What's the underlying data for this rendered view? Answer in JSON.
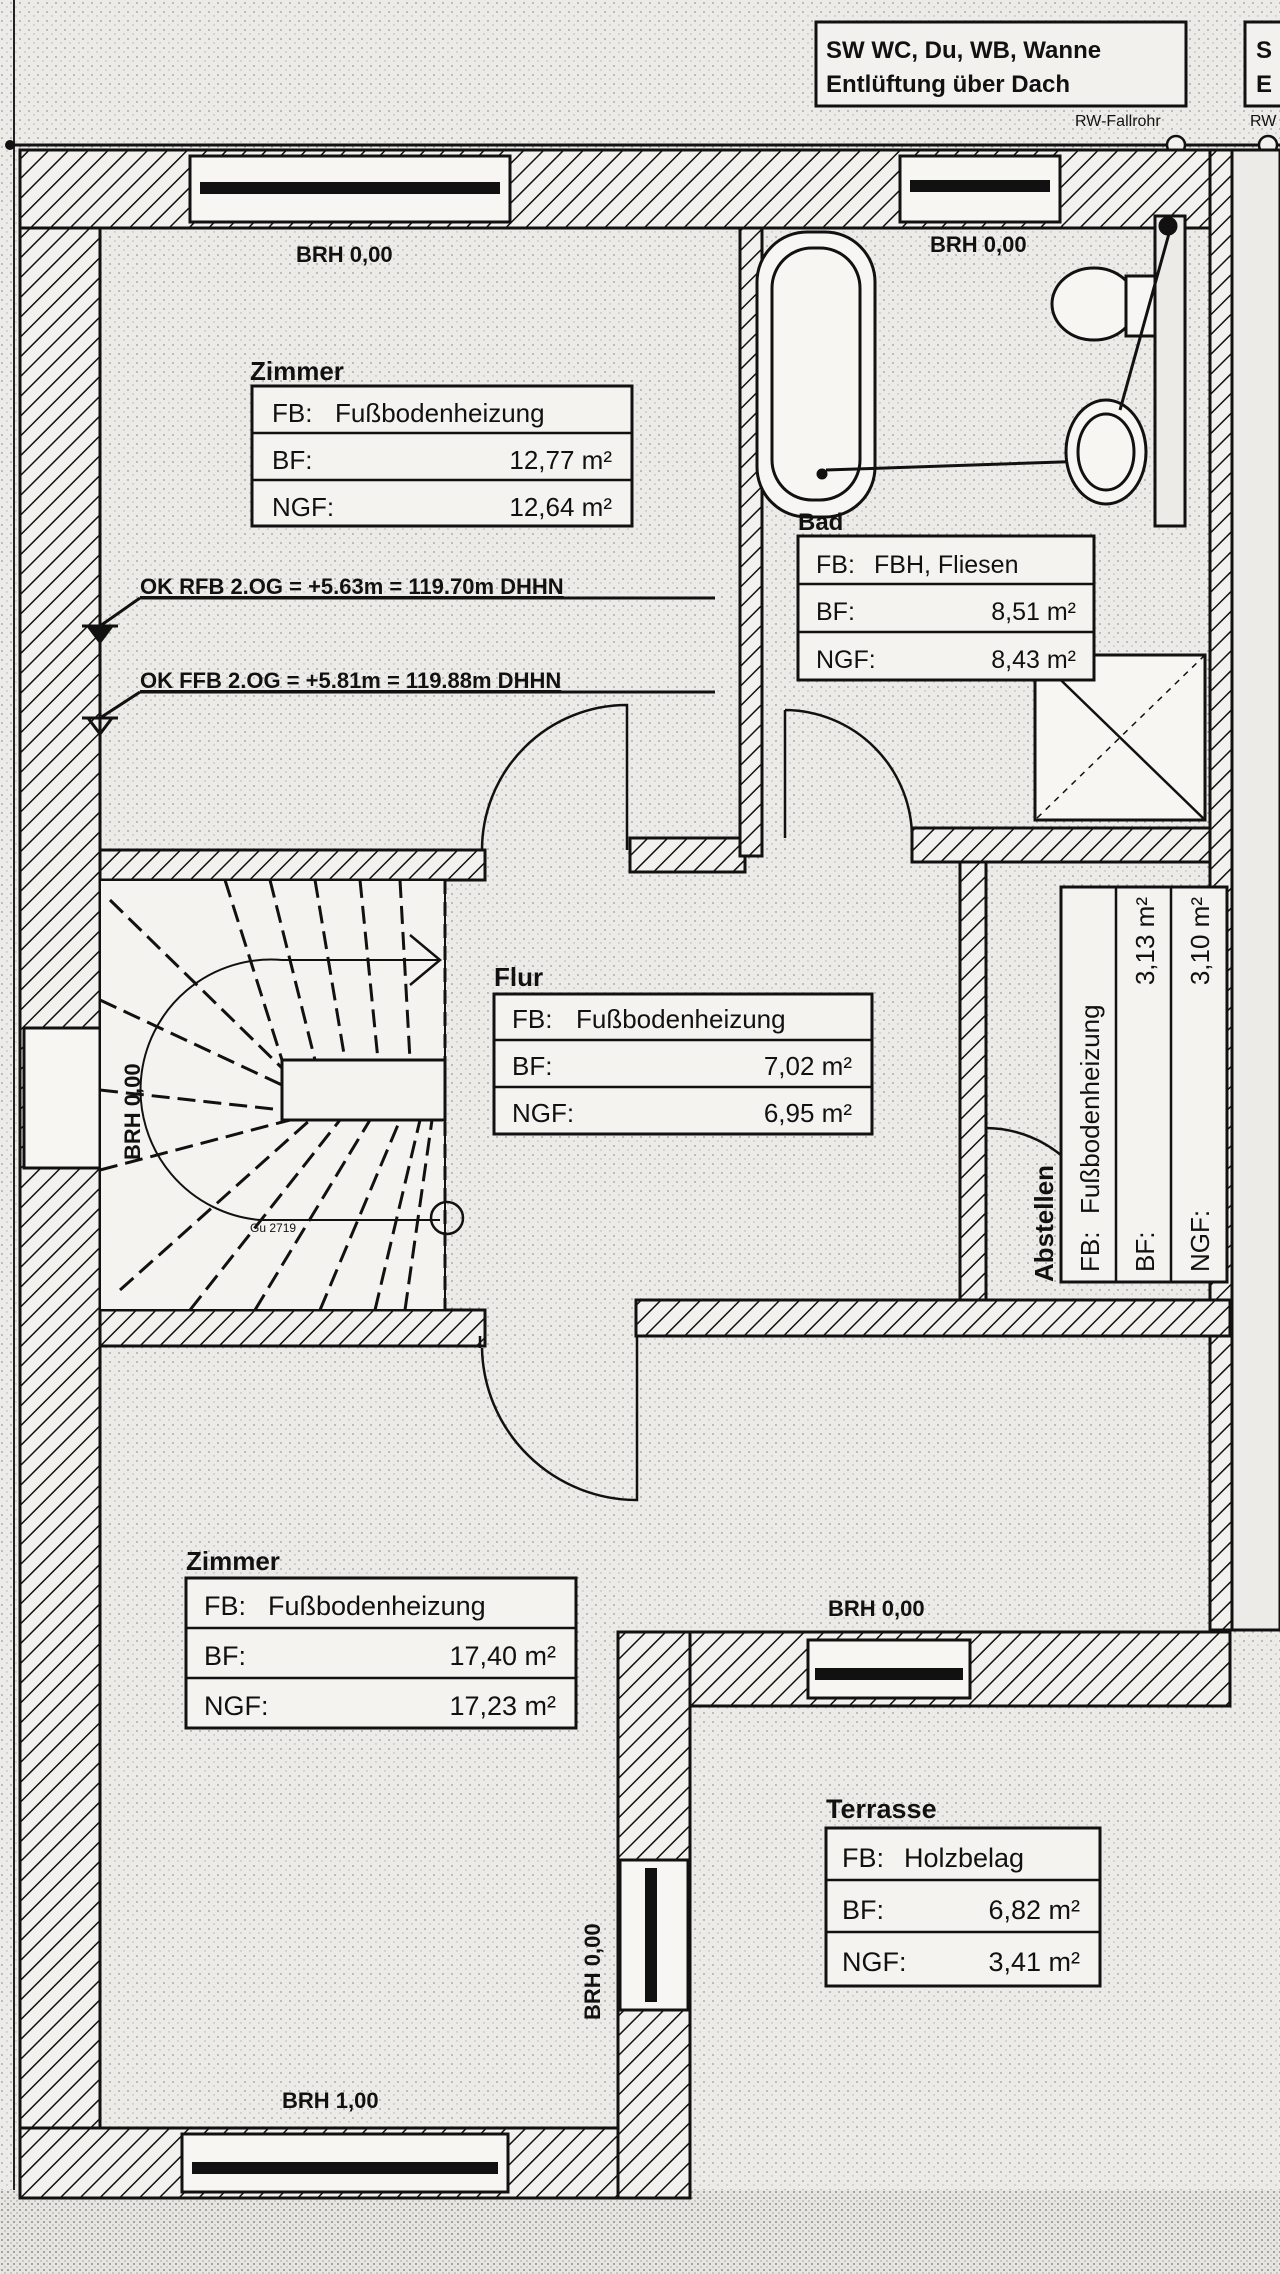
{
  "header": {
    "note_line1": "SW  WC, Du, WB, Wanne",
    "note_line2": "Entlüftung über Dach",
    "downpipe_label": "RW-Fallrohr",
    "downpipe_label_cut": "RW",
    "next_box_char1": "S",
    "next_box_char2": "E"
  },
  "windows": {
    "brh_room_top": "BRH 0,00",
    "brh_bath": "BRH 0,00",
    "brh_stair": "BRH 0,00",
    "brh_terrace_top": "BRH 0,00",
    "brh_terrace_side": "BRH 0,00",
    "brh_room_bottom": "BRH 1,00"
  },
  "levels": {
    "rfb": "OK RFB 2.OG = +5.63m = 119.70m DHHN",
    "ffb": "OK FFB 2.OG = +5.81m = 119.88m DHHN"
  },
  "stairs": {
    "note": "Gu 2719"
  },
  "rooms": {
    "zimmer_top": {
      "name": "Zimmer",
      "fb_label": "FB:",
      "fb": "Fußbodenheizung",
      "bf_label": "BF:",
      "bf": "12,77 m²",
      "ngf_label": "NGF:",
      "ngf": "12,64 m²"
    },
    "bad": {
      "name": "Bad",
      "fb_label": "FB:",
      "fb": "FBH, Fliesen",
      "bf_label": "BF:",
      "bf": "8,51 m²",
      "ngf_label": "NGF:",
      "ngf": "8,43 m²"
    },
    "flur": {
      "name": "Flur",
      "fb_label": "FB:",
      "fb": "Fußbodenheizung",
      "bf_label": "BF:",
      "bf": "7,02 m²",
      "ngf_label": "NGF:",
      "ngf": "6,95 m²"
    },
    "abstellen": {
      "name": "Abstellen",
      "fb_label": "FB:",
      "fb": "Fußbodenheizung",
      "bf_label": "BF:",
      "bf": "3,13 m²",
      "ngf_label": "NGF:",
      "ngf": "3,10 m²"
    },
    "zimmer_bottom": {
      "name": "Zimmer",
      "fb_label": "FB:",
      "fb": "Fußbodenheizung",
      "bf_label": "BF:",
      "bf": "17,40 m²",
      "ngf_label": "NGF:",
      "ngf": "17,23 m²"
    },
    "terrasse": {
      "name": "Terrasse",
      "fb_label": "FB:",
      "fb": "Holzbelag",
      "bf_label": "BF:",
      "bf": "6,82 m²",
      "ngf_label": "NGF:",
      "ngf": "3,41 m²"
    }
  },
  "colors": {
    "paper": "#ecebe7",
    "ink": "#111111",
    "wall_fill": "#f2f1ed"
  }
}
